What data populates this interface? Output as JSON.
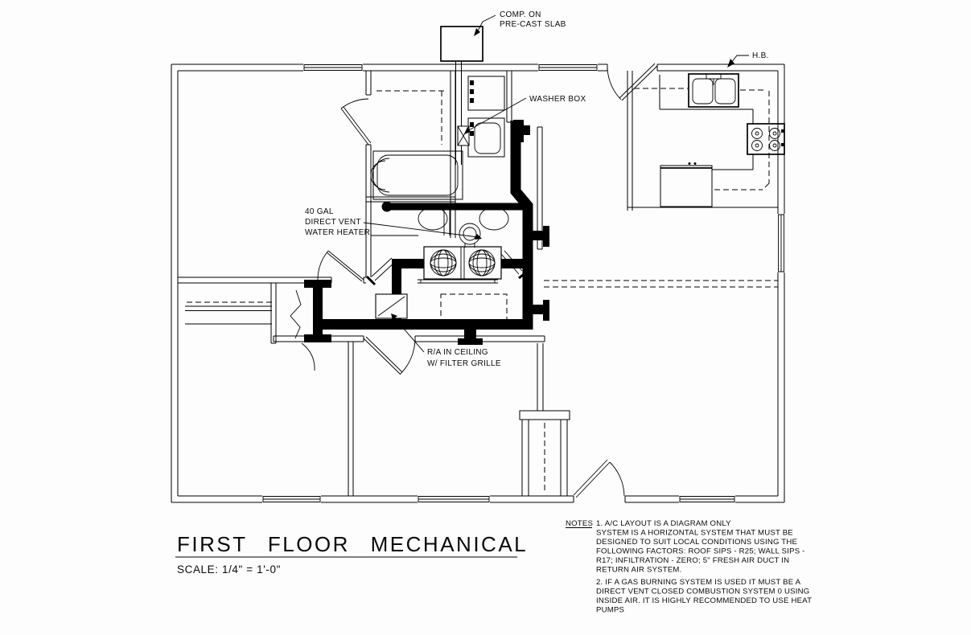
{
  "title_block": {
    "title": "FIRST FLOOR MECHANICAL",
    "scale": "SCALE: 1/4\" = 1'-0\""
  },
  "labels": {
    "comp_on": {
      "line1": "COMP. ON",
      "line2": "PRE-CAST SLAB"
    },
    "washer_box": "WASHER BOX",
    "hose_bib": "H.B.",
    "water_heater": {
      "line1": "40 GAL",
      "line2": "DIRECT VENT",
      "line3": "WATER HEATER"
    },
    "return_air": {
      "line1": "R/A IN CEILING",
      "line2": "W/ FILTER GRILLE"
    }
  },
  "notes": {
    "heading": "NOTES",
    "note1": {
      "l0": "1. A/C LAYOUT IS A DIAGRAM ONLY",
      "l1": "SYSTEM IS A HORIZONTAL SYSTEM THAT MUST BE",
      "l2": "DESIGNED TO SUIT LOCAL CONDITIONS USING THE",
      "l3": "FOLLOWING FACTORS: ROOF SIPS - R25; WALL SIPS -",
      "l4": "R17; INFILTRATION - ZERO; 5\" FRESH AIR DUCT IN",
      "l5": "RETURN AIR SYSTEM."
    },
    "note2": {
      "l0": "2. IF A GAS BURNING SYSTEM IS USED IT MUST BE A",
      "l1": "DIRECT VENT CLOSED COMBUSTION SYSTEM 0 USING",
      "l2": "INSIDE AIR.  IT IS HIGHLY RECOMMENDED TO USE HEAT",
      "l3": "PUMPS"
    }
  },
  "colors": {
    "ink": "#000000",
    "paper": "#fdfdfe"
  }
}
